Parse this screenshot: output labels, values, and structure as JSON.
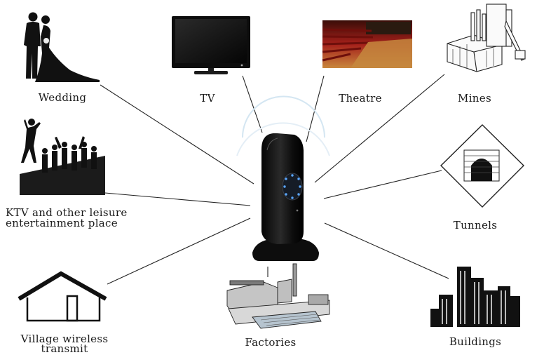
{
  "hub": {
    "icon": "wireless-transmitter-icon"
  },
  "items": [
    {
      "key": "wedding",
      "label": "Wedding",
      "icon": "wedding-couple-icon"
    },
    {
      "key": "tv",
      "label": "TV",
      "icon": "television-icon"
    },
    {
      "key": "theatre",
      "label": "Theatre",
      "icon": "theatre-seats-icon"
    },
    {
      "key": "mines",
      "label": "Mines",
      "icon": "mine-plant-icon"
    },
    {
      "key": "ktv",
      "label": "KTV and other leisure",
      "label_line2": "entertainment place",
      "icon": "dancing-crowd-icon"
    },
    {
      "key": "tunnels",
      "label": "Tunnels",
      "icon": "tunnel-sign-icon"
    },
    {
      "key": "village",
      "label": "Village wireless",
      "label_line2": "transmit",
      "icon": "house-icon"
    },
    {
      "key": "factories",
      "label": "Factories",
      "icon": "factory-icon"
    },
    {
      "key": "buildings",
      "label": "Buildings",
      "icon": "skyscrapers-icon"
    }
  ]
}
